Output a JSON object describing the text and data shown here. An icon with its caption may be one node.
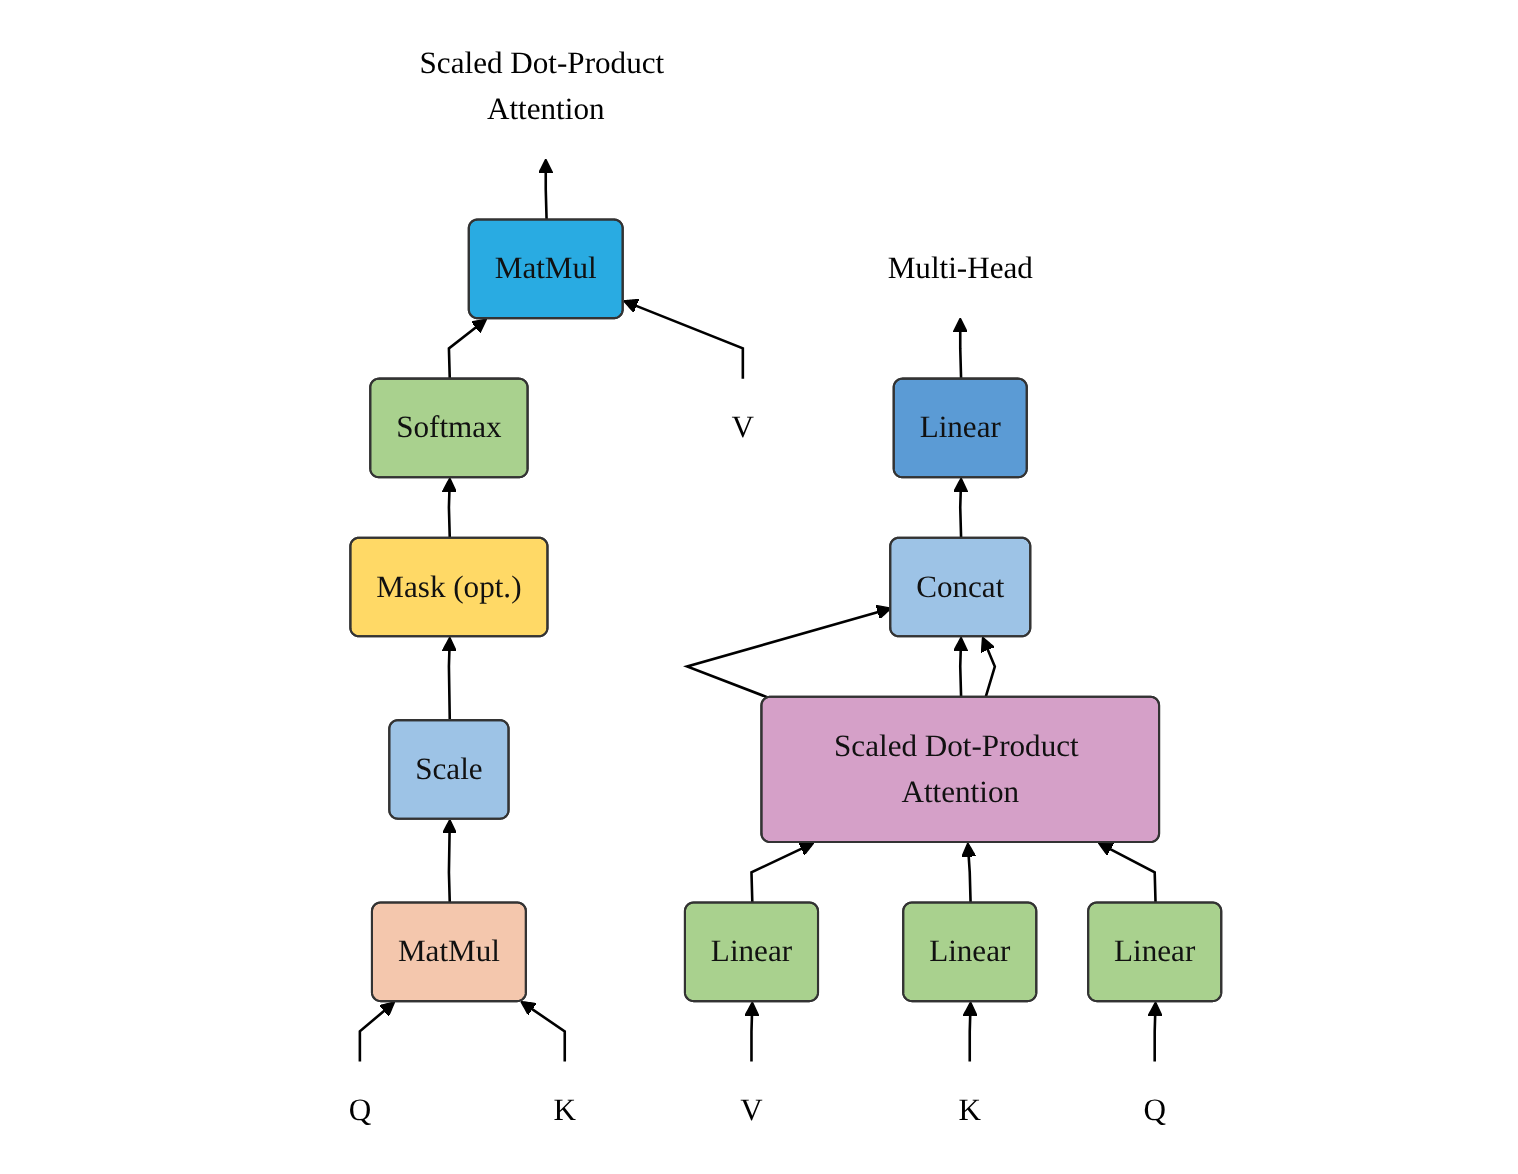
{
  "diagram": {
    "nodes": [
      {
        "text": [
          "Scaled Dot-Product Attention"
        ]
      },
      {
        "text": [
          "MatMul"
        ]
      },
      {
        "text": [
          "Softmax"
        ]
      },
      {
        "text": [
          "Mask (opt.)"
        ]
      },
      {
        "text": [
          "Scale"
        ]
      },
      {
        "text": [
          "MatMul"
        ]
      },
      {
        "text": [
          "Q"
        ]
      },
      {
        "text": [
          "K"
        ]
      },
      {
        "text": [
          "V"
        ]
      },
      {
        "text": [
          "Multi-Head"
        ]
      },
      {
        "text": [
          "Linear"
        ]
      },
      {
        "text": [
          "Concat"
        ]
      },
      {
        "text": [
          "Scaled Dot-Product Attention"
        ]
      },
      {
        "text": [
          "Linear"
        ]
      },
      {
        "text": [
          "Linear"
        ]
      },
      {
        "text": [
          "Linear"
        ]
      },
      {
        "text": [
          "V"
        ]
      },
      {
        "text": [
          "K"
        ]
      },
      {
        "text": [
          "Q"
        ]
      }
    ],
    "edges": [
      {
        "from": 1,
        "to": 0,
        "arrow": "to"
      },
      {
        "from": 2,
        "to": 1,
        "arrow": "to"
      },
      {
        "from": 3,
        "to": 2,
        "arrow": "to"
      },
      {
        "from": 4,
        "to": 3,
        "arrow": "to"
      },
      {
        "from": 5,
        "to": 4,
        "arrow": "to"
      },
      {
        "from": 6,
        "to": 5,
        "arrow": "to"
      },
      {
        "from": 7,
        "to": 5,
        "arrow": "to"
      },
      {
        "from": 8,
        "to": 1,
        "arrow": "to"
      },
      {
        "from": 10,
        "to": 9,
        "arrow": "to"
      },
      {
        "from": 11,
        "to": 10,
        "arrow": "to"
      },
      {
        "from": 12,
        "to": 11,
        "arrow": "to"
      },
      {
        "from": 12,
        "to": 11,
        "arrow": "to"
      },
      {
        "from": 12,
        "to": 11,
        "arrow": "to"
      },
      {
        "from": 13,
        "to": 12,
        "arrow": "to"
      },
      {
        "from": 14,
        "to": 12,
        "arrow": "to"
      },
      {
        "from": 15,
        "to": 12,
        "arrow": "to"
      },
      {
        "from": 16,
        "to": 13,
        "arrow": "to"
      },
      {
        "from": 17,
        "to": 14,
        "arrow": "to"
      },
      {
        "from": 18,
        "to": 15,
        "arrow": "to"
      }
    ]
  }
}
